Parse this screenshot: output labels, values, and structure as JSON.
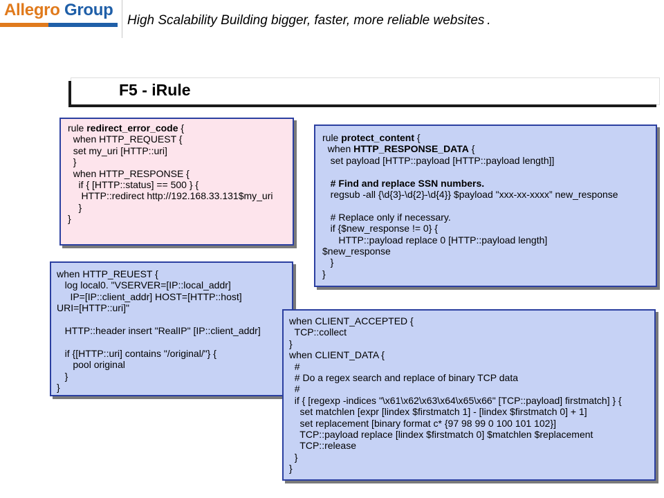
{
  "header": {
    "logo_part1": "Allegro",
    "logo_part2": " Group",
    "tagline": "High Scalability Building bigger, faster, more reliable websites ."
  },
  "slide": {
    "title": "F5 - iRule"
  },
  "boxes": {
    "redirect_error": [
      "rule redirect_error_code {",
      "  when HTTP_REQUEST {",
      "  set my_uri [HTTP::uri]",
      "  }",
      "  when HTTP_RESPONSE {",
      "    if { [HTTP::status] == 500 } {",
      "     HTTP::redirect http://192.168.33.131$my_uri",
      "    }",
      "}"
    ],
    "http_request": [
      "when HTTP_REUEST {",
      "   log local0. \"VSERVER=[IP::local_addr]",
      "     IP=[IP::client_addr] HOST=[HTTP::host]",
      "URI=[HTTP::uri]\"",
      "",
      "   HTTP::header insert \"RealIP\" [IP::client_addr]",
      "",
      "   if {[HTTP::uri] contains \"/original/\"} {",
      "      pool original",
      "   }",
      "}"
    ],
    "protect_content": [
      "rule protect_content {",
      "  when HTTP_RESPONSE_DATA {",
      "   set payload [HTTP::payload [HTTP::payload length]]",
      "",
      "   # Find and replace SSN numbers.",
      "   regsub -all {\\d{3}-\\d{2}-\\d{4}} $payload \"xxx-xx-xxxx” new_response",
      "",
      "   # Replace only if necessary.",
      "   if {$new_response != 0} {",
      "      HTTP::payload replace 0 [HTTP::payload length]",
      "$new_response",
      "   }",
      "}"
    ],
    "client_accepted": [
      "when CLIENT_ACCEPTED {",
      "  TCP::collect",
      "}",
      "when CLIENT_DATA {",
      "  #",
      "  # Do a regex search and replace of binary TCP data",
      "  #",
      "  if { [regexp -indices \"\\x61\\x62\\x63\\x64\\x65\\x66\" [TCP::payload] firstmatch] } {",
      "    set matchlen [expr [lindex $firstmatch 1] - [lindex $firstmatch 0] + 1]",
      "    set replacement [binary format c* {97 98 99 0 100 101 102}]",
      "    TCP::payload replace [lindex $firstmatch 0] $matchlen $replacement",
      "    TCP::release",
      "  }",
      "}"
    ]
  },
  "colors": {
    "logo_blue": "#1f5fa8",
    "logo_orange": "#e07a1c",
    "box_border": "#2b3fa0",
    "pink_fill": "#fde4ec",
    "blue_fill": "#c6d2f5"
  }
}
